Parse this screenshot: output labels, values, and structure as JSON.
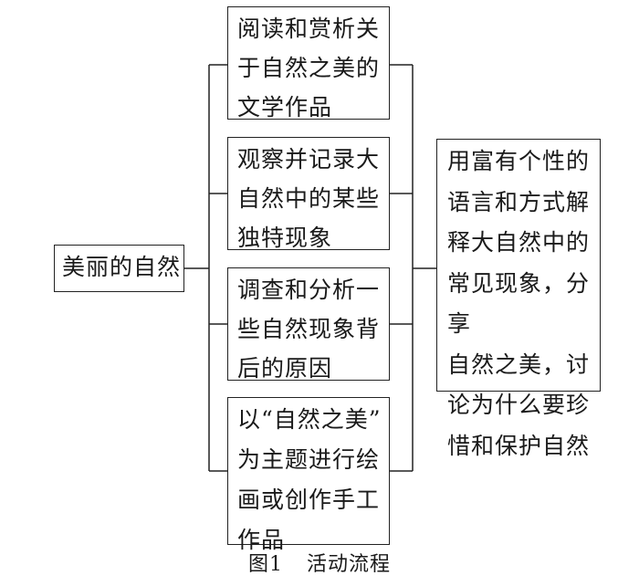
{
  "root": "美丽的自然",
  "activities": [
    [
      "阅读和赏析关",
      "于自然之美的",
      "文学作品"
    ],
    [
      "观察并记录大",
      "自然中的某些",
      "独特现象"
    ],
    [
      "调查和分析一",
      "些自然现象背",
      "后的原因"
    ],
    [
      "以“自然之美”",
      "为主题进行绘",
      "画或创作手工",
      "作品"
    ]
  ],
  "goal": [
    "用富有个性的",
    "语言和方式解",
    "释大自然中的",
    "常见现象，分享",
    "自然之美，讨",
    "论为什么要珍",
    "惜和保护自然"
  ],
  "caption": {
    "figure": "图1",
    "title": "活动流程"
  }
}
